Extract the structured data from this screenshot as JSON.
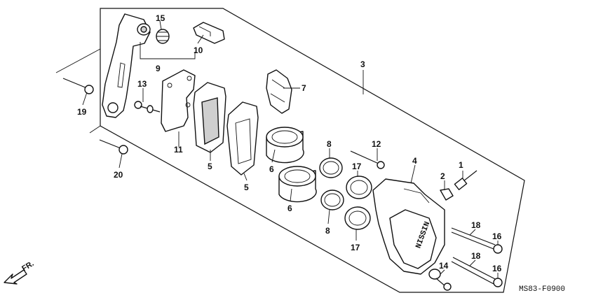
{
  "labels": {
    "l1": "1",
    "l2": "2",
    "l3": "3",
    "l4": "4",
    "l5a": "5",
    "l5b": "5",
    "l6a": "6",
    "l6b": "6",
    "l7": "7",
    "l8a": "8",
    "l8b": "8",
    "l9": "9",
    "l10": "10",
    "l11": "11",
    "l12": "12",
    "l13": "13",
    "l14": "14",
    "l15": "15",
    "l16a": "16",
    "l16b": "16",
    "l17a": "17",
    "l17b": "17",
    "l18a": "18",
    "l18b": "18",
    "l19": "19",
    "l20": "20"
  },
  "caliper_brand": "NISSIN",
  "diagram_code": "MS83-F0900",
  "direction_label": "FR."
}
